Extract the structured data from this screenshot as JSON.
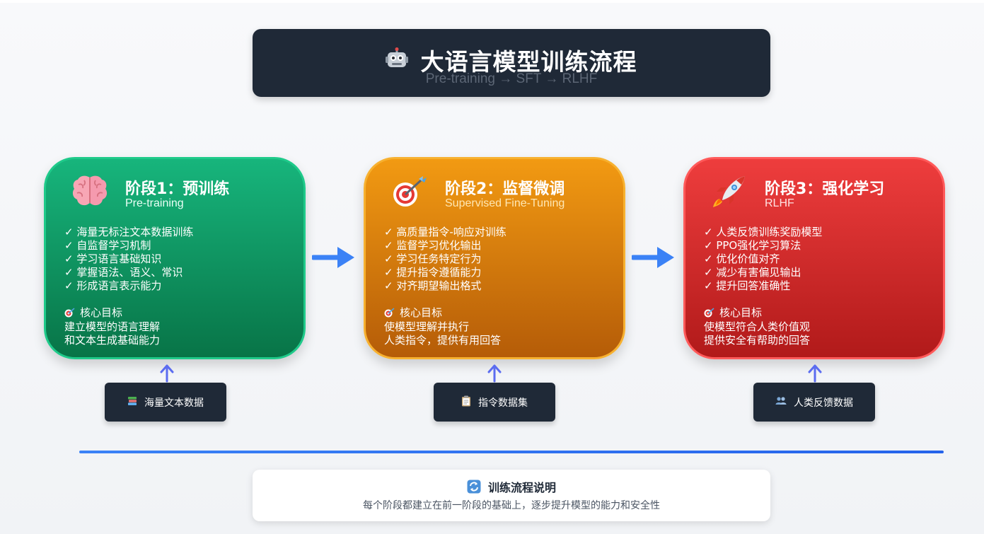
{
  "header": {
    "title": "大语言模型训练流程",
    "subtitle": "Pre-training → SFT → RLHF",
    "icon": "robot-icon"
  },
  "stages": [
    {
      "title": "阶段1：预训练",
      "subtitle": "Pre-training",
      "icon": "brain-icon",
      "color": "#10b981",
      "bullets": [
        "✓ 海量无标注文本数据训练",
        "✓ 自监督学习机制",
        "✓ 学习语言基础知识",
        "✓ 掌握语法、语义、常识",
        "✓ 形成语言表示能力"
      ],
      "goal_label": "核心目标",
      "goal_lines": [
        "建立模型的语言理解",
        "和文本生成基础能力"
      ]
    },
    {
      "title": "阶段2：监督微调",
      "subtitle": "Supervised Fine-Tuning",
      "icon": "target-icon",
      "color": "#f59e0b",
      "bullets": [
        "✓ 高质量指令-响应对训练",
        "✓ 监督学习优化输出",
        "✓ 学习任务特定行为",
        "✓ 提升指令遵循能力",
        "✓ 对齐期望输出格式"
      ],
      "goal_label": "核心目标",
      "goal_lines": [
        "使模型理解并执行",
        "人类指令，提供有用回答"
      ]
    },
    {
      "title": "阶段3：强化学习",
      "subtitle": "RLHF",
      "icon": "rocket-icon",
      "color": "#ef4444",
      "bullets": [
        "✓ 人类反馈训练奖励模型",
        "✓ PPO强化学习算法",
        "✓ 优化价值对齐",
        "✓ 减少有害偏见输出",
        "✓ 提升回答准确性"
      ],
      "goal_label": "核心目标",
      "goal_lines": [
        "使模型符合人类价值观",
        "提供安全有帮助的回答"
      ]
    }
  ],
  "data_sources": [
    {
      "label": "海量文本数据",
      "icon": "books-icon"
    },
    {
      "label": "指令数据集",
      "icon": "clipboard-icon"
    },
    {
      "label": "人类反馈数据",
      "icon": "people-icon"
    }
  ],
  "footer": {
    "title": "训练流程说明",
    "text": "每个阶段都建立在前一阶段的基础上，逐步提升模型的能力和安全性",
    "icon": "cycle-icon"
  },
  "colors": {
    "dark": "#1f2937",
    "arrow": "#3b82f6",
    "divider": "#2563eb"
  }
}
